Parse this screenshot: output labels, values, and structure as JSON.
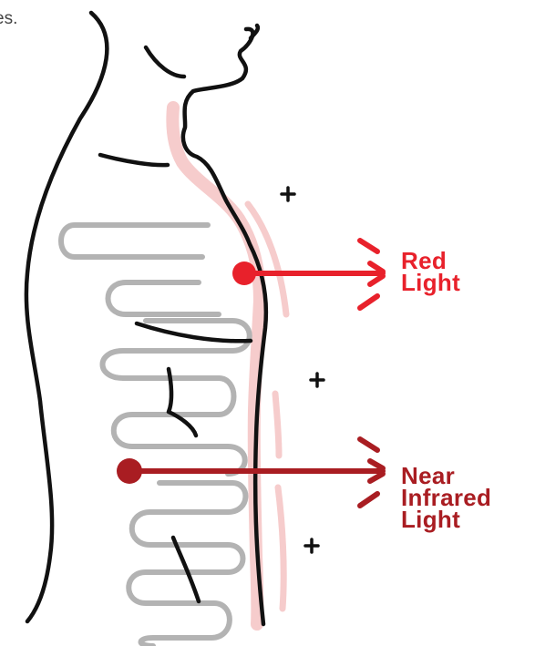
{
  "cropped_text": "es.",
  "labels": {
    "red": {
      "line1": "Red",
      "line2": "Light"
    },
    "nir": {
      "line1": "Near",
      "line2": "Infrared",
      "line3": "Light"
    }
  },
  "plus_sign": "+",
  "colors": {
    "red_light": "#e8212b",
    "near_infrared": "#a91d22",
    "skin_glow": "#f6cccc",
    "outline": "#111111",
    "intestine": "#b3b3b3"
  }
}
